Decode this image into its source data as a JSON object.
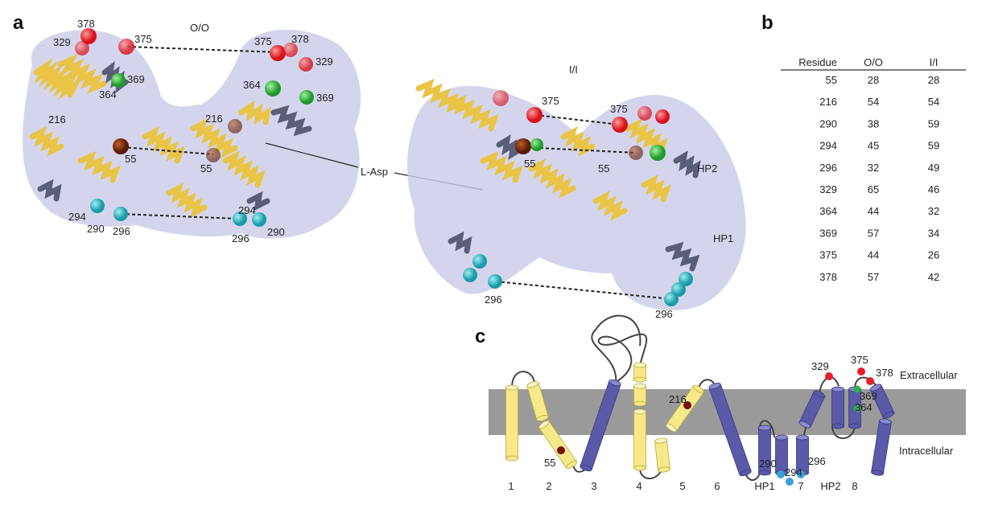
{
  "panels": {
    "a": "a",
    "b": "b",
    "c": "c"
  },
  "panel_a": {
    "state_oo": "O/O",
    "state_ii": "I/I",
    "ligand": "L-Asp",
    "oo_left": [
      "378",
      "329",
      "375",
      "369",
      "364",
      "216",
      "55",
      "294",
      "290",
      "296"
    ],
    "oo_right": [
      "375",
      "378",
      "329",
      "364",
      "369",
      "216",
      "55",
      "294",
      "296",
      "290"
    ],
    "ii_left": [
      "375",
      "55",
      "296"
    ],
    "ii_right": [
      "375",
      "55",
      "HP2",
      "HP1",
      "296"
    ]
  },
  "panel_b": {
    "headers": [
      "Residue",
      "O/O",
      "I/I"
    ],
    "rows": [
      [
        "55",
        "28",
        "28"
      ],
      [
        "216",
        "54",
        "54"
      ],
      [
        "290",
        "38",
        "59"
      ],
      [
        "294",
        "45",
        "59"
      ],
      [
        "296",
        "32",
        "49"
      ],
      [
        "329",
        "65",
        "46"
      ],
      [
        "364",
        "44",
        "32"
      ],
      [
        "369",
        "57",
        "34"
      ],
      [
        "375",
        "44",
        "26"
      ],
      [
        "378",
        "57",
        "42"
      ]
    ]
  },
  "panel_c": {
    "extracellular": "Extracellular",
    "intracellular": "Intracellular",
    "segments": [
      "1",
      "2",
      "3",
      "4",
      "5",
      "6",
      "HP1",
      "7",
      "HP2",
      "8"
    ],
    "residues": [
      "55",
      "216",
      "290",
      "294",
      "296",
      "329",
      "375",
      "378",
      "369",
      "364"
    ]
  },
  "colors": {
    "yellow": "#f6e98a",
    "blue": "#5a5aa8",
    "membrane": "#9a9a9a",
    "red": "#e8202a",
    "green": "#2db34a",
    "cyan": "#3aa0d8",
    "darkred": "#7a0f0f",
    "surface": "#c8cbe8",
    "ribbon": "#e9c445"
  }
}
